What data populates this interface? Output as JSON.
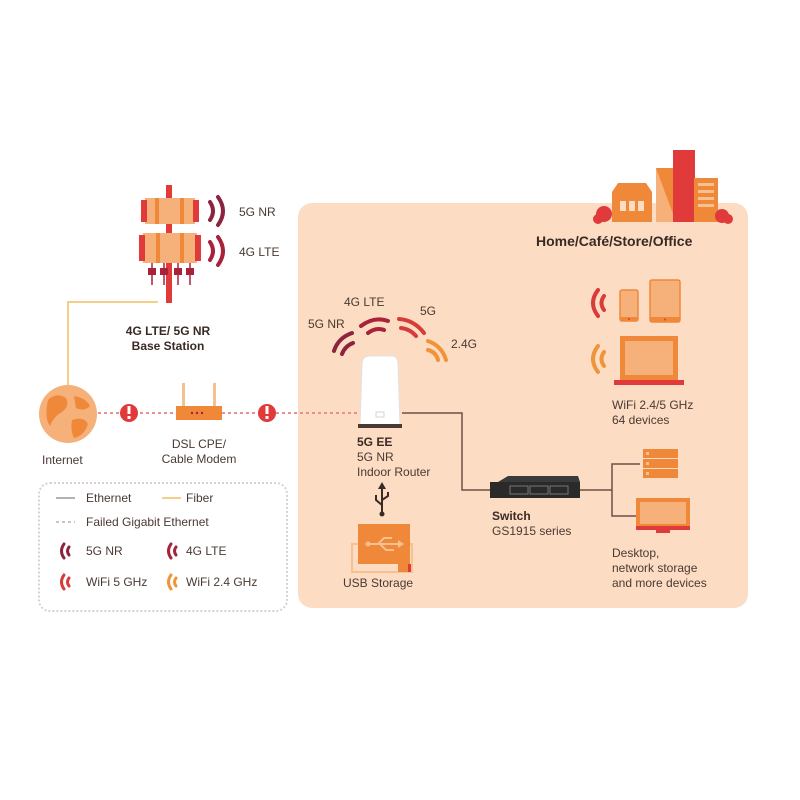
{
  "colors": {
    "panel": "#fcdcc2",
    "orange": "#f0883a",
    "light_orange": "#f6b07a",
    "red": "#e03a3a",
    "dark_red": "#a8223a",
    "maroon": "#8c2440",
    "wifi5": "#d93a3a",
    "wifi24": "#f0943a",
    "fiber": "#f2d08a",
    "ethernet": "#6b5048",
    "failed": "#e89090"
  },
  "panel": {
    "title": "Home/Café/Store/Office"
  },
  "base_station": {
    "title_line1": "4G LTE/ 5G NR",
    "title_line2": "Base Station",
    "signal_5g": "5G NR",
    "signal_4g": "4G LTE",
    "icon": "cell-tower-icon"
  },
  "internet": {
    "label": "Internet",
    "icon": "globe-icon"
  },
  "modem": {
    "line1": "DSL CPE/",
    "line2": "Cable Modem",
    "icon": "modem-icon",
    "alert_icon": "alert-icon"
  },
  "router": {
    "name": "5G EE",
    "line2": "5G NR",
    "line3": "Indoor Router",
    "signals": [
      "5G NR",
      "4G LTE",
      "5G",
      "2.4G"
    ]
  },
  "usb": {
    "label": "USB Storage",
    "icon": "usb-icon"
  },
  "switch": {
    "name": "Switch",
    "model": "GS1915 series"
  },
  "wifi_devices": {
    "line1": "WiFi 2.4/5 GHz",
    "line2": "64 devices"
  },
  "wired_devices": {
    "line1": "Desktop,",
    "line2": "network storage",
    "line3": "and more devices"
  },
  "legend": {
    "ethernet": "Ethernet",
    "fiber": "Fiber",
    "failed": "Failed Gigabit Ethernet",
    "nr5g": "5G NR",
    "lte4g": "4G LTE",
    "wifi5": "WiFi 5 GHz",
    "wifi24": "WiFi 2.4 GHz"
  }
}
